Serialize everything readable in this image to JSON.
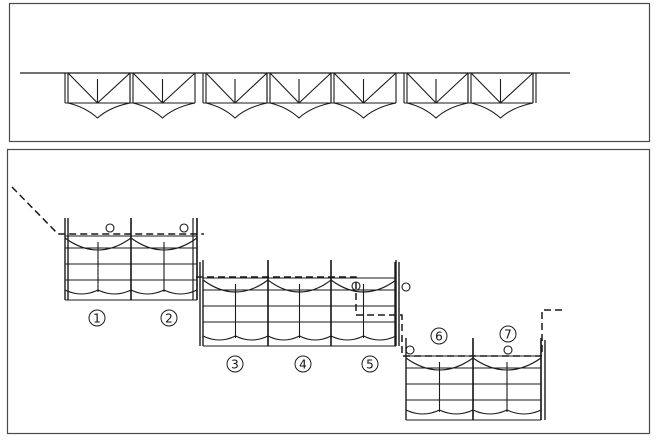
{
  "labels": {
    "unit1": "1",
    "unit2": "2",
    "unit3": "3",
    "unit4": "4",
    "unit5": "5",
    "unit6": "6",
    "unit7": "7"
  },
  "colors": {
    "ink": "#1a1a1a",
    "paper": "#ffffff",
    "frame": "#4a4a4a"
  }
}
